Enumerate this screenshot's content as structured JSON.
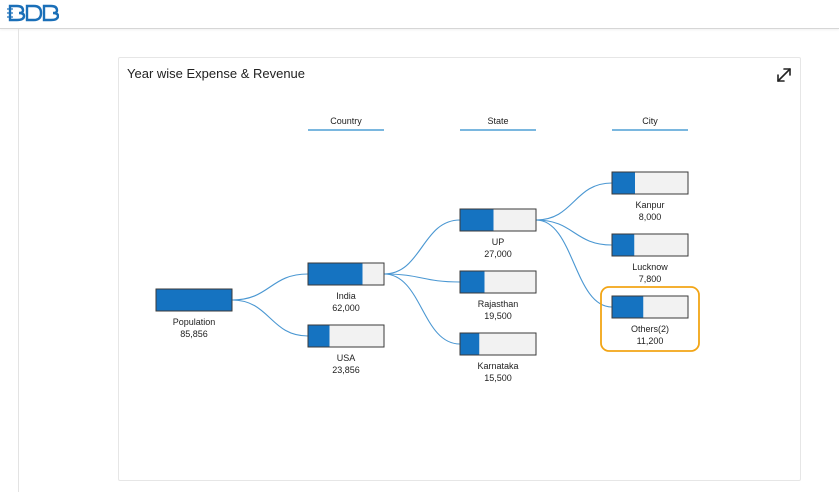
{
  "app": {
    "logo_text": "BDB"
  },
  "card": {
    "title": "Year wise Expense & Revenue"
  },
  "colors": {
    "accent": "#1573c1",
    "link": "#4a97d2",
    "node_bg": "#f2f2f2",
    "node_border": "#3a3a3a",
    "highlight": "#f2a516",
    "header_line": "#2b8ccc"
  },
  "icons": {
    "logo": "bdb-logo-icon",
    "expand": "expand-arrows-icon"
  },
  "chart_data": {
    "type": "tree",
    "levels": [
      "Country",
      "State",
      "City"
    ],
    "nodes": [
      {
        "id": "population",
        "label": "Population",
        "value": "85,856",
        "fill": 1.0,
        "parent": null,
        "depth": 0
      },
      {
        "id": "india",
        "label": "India",
        "value": "62,000",
        "fill": 0.72,
        "parent": "population",
        "depth": 1
      },
      {
        "id": "usa",
        "label": "USA",
        "value": "23,856",
        "fill": 0.28,
        "parent": "population",
        "depth": 1
      },
      {
        "id": "up",
        "label": "UP",
        "value": "27,000",
        "fill": 0.44,
        "parent": "india",
        "depth": 2
      },
      {
        "id": "rajasthan",
        "label": "Rajasthan",
        "value": "19,500",
        "fill": 0.32,
        "parent": "india",
        "depth": 2
      },
      {
        "id": "karnataka",
        "label": "Karnataka",
        "value": "15,500",
        "fill": 0.25,
        "parent": "india",
        "depth": 2
      },
      {
        "id": "kanpur",
        "label": "Kanpur",
        "value": "8,000",
        "fill": 0.3,
        "parent": "up",
        "depth": 3
      },
      {
        "id": "lucknow",
        "label": "Lucknow",
        "value": "7,800",
        "fill": 0.29,
        "parent": "up",
        "depth": 3
      },
      {
        "id": "others",
        "label": "Others(2)",
        "value": "11,200",
        "fill": 0.41,
        "parent": "up",
        "depth": 3,
        "highlighted": true
      }
    ]
  }
}
